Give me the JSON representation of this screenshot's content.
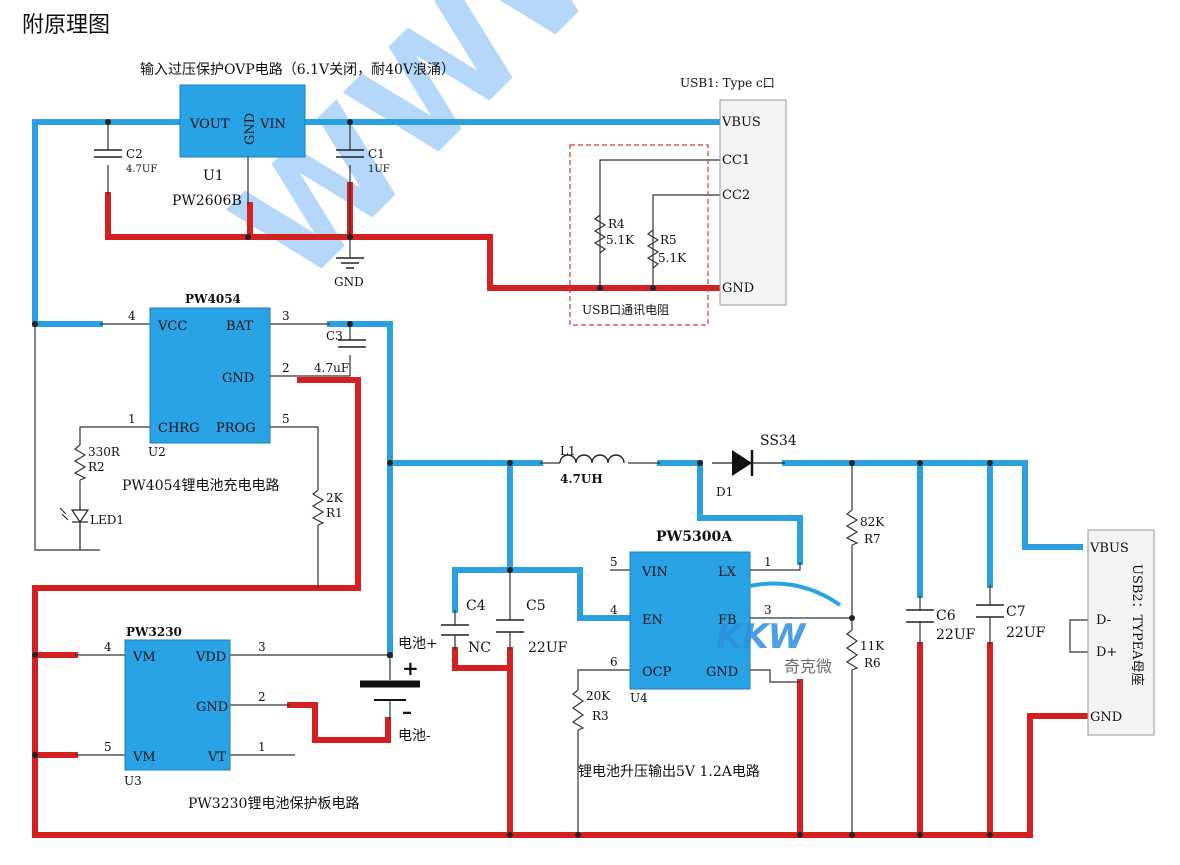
{
  "page_title": "附原理图",
  "ovp": {
    "title": "输入过压保护OVP电路（6.1V关闭，耐40V浪涌）",
    "chip": "PW2606B",
    "ref": "U1",
    "pin_vout": "VOUT",
    "pin_gnd": "GND",
    "pin_vin": "VIN",
    "c2_ref": "C2",
    "c2_val": "4.7UF",
    "c1_ref": "C1",
    "c1_val": "1UF",
    "gnd_label": "GND"
  },
  "usb1": {
    "title": "USB1: Type c口",
    "vbus": "VBUS",
    "cc1": "CC1",
    "cc2": "CC2",
    "gnd": "GND",
    "r4_ref": "R4",
    "r4_val": "5.1K",
    "r5_ref": "R5",
    "r5_val": "5.1K",
    "box_label": "USB口通讯电阻"
  },
  "charger": {
    "chip": "PW4054",
    "ref": "U2",
    "pin_vcc": "VCC",
    "pin_bat": "BAT",
    "pin_gnd": "GND",
    "pin_chrg": "CHRG",
    "pin_prog": "PROG",
    "n4": "4",
    "n3": "3",
    "n2": "2",
    "n1": "1",
    "n5": "5",
    "c3_ref": "C3",
    "c3_val": "4.7uF",
    "r2_val": "330R",
    "r2_ref": "R2",
    "led": "LED1",
    "r1_val": "2K",
    "r1_ref": "R1",
    "caption": "PW4054锂电池充电电路"
  },
  "protect": {
    "chip": "PW3230",
    "ref": "U3",
    "pin_vm1": "VM",
    "pin_vdd": "VDD",
    "pin_gnd": "GND",
    "pin_vm2": "VM",
    "pin_vt": "VT",
    "n4": "4",
    "n3": "3",
    "n2": "2",
    "n5": "5",
    "n1": "1",
    "caption": "PW3230锂电池保护板电路",
    "bat_pos": "电池+",
    "bat_neg": "电池-",
    "plus": "+",
    "minus": "–"
  },
  "boost": {
    "chip": "PW5300A",
    "ref": "U4",
    "pin_vin": "VIN",
    "pin_lx": "LX",
    "pin_en": "EN",
    "pin_fb": "FB",
    "pin_ocp": "OCP",
    "pin_gnd": "GND",
    "n5": "5",
    "n1": "1",
    "n4": "4",
    "n3": "3",
    "n6": "6",
    "l1_ref": "L1",
    "l1_val": "4.7UH",
    "d1_ref": "D1",
    "d1_val": "SS34",
    "c4_ref": "C4",
    "c4_val": "NC",
    "c5_ref": "C5",
    "c5_val": "22UF",
    "r3_val": "20K",
    "r3_ref": "R3",
    "r7_val": "82K",
    "r7_ref": "R7",
    "r6_val": "11K",
    "r6_ref": "R6",
    "c6_ref": "C6",
    "c6_val": "22UF",
    "c7_ref": "C7",
    "c7_val": "22UF",
    "caption": "锂电池升压输出5V 1.2A电路"
  },
  "usb2": {
    "vbus": "VBUS",
    "dm": "D-",
    "dp": "D+",
    "gnd": "GND",
    "title": "USB2：TYPEA母座"
  },
  "watermark": {
    "logo": "KKW",
    "text": "奇克微"
  }
}
